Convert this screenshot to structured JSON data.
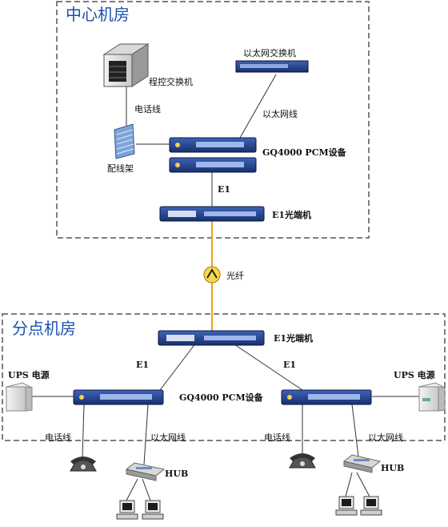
{
  "diagram": {
    "central_room": {
      "title": "中心机房",
      "pbx_label": "程控交换机",
      "eth_switch_label": "以太网交换机",
      "phone_line_label": "电话线",
      "eth_line_label": "以太网线",
      "mdf_label": "配线架",
      "pcm_label": "GQ4000 PCM设备",
      "e1_label": "E1",
      "optical_label": "E1光端机"
    },
    "fiber_label": "光纤",
    "branch_room": {
      "title": "分点机房",
      "optical_label": "E1光端机",
      "e1_left_label": "E1",
      "e1_right_label": "E1",
      "ups_left_label": "UPS 电源",
      "ups_right_label": "UPS 电源",
      "pcm_label": "GQ4000 PCM设备",
      "phone_line_left_label": "电话线",
      "eth_line_left_label": "以太网线",
      "phone_line_right_label": "电话线",
      "eth_line_right_label": "以太网线",
      "hub_left_label": "HUB",
      "hub_right_label": "HUB"
    },
    "colors": {
      "title": "#1a4fb0",
      "device_blue": "#1f3f8f",
      "fiber": "#f0a020",
      "dashed_border": "#555555"
    }
  }
}
